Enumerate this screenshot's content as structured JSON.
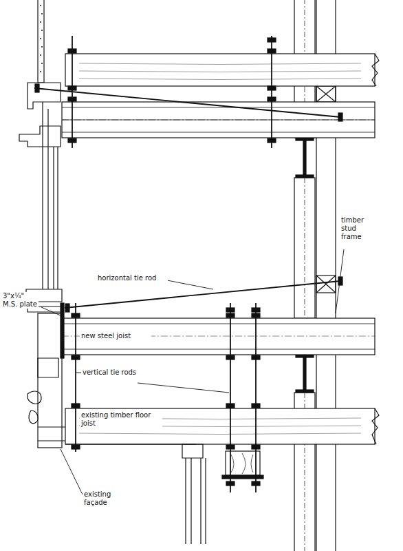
{
  "diagram": {
    "labels": [
      "timber stud frame",
      "horizontal tie rod",
      "3\"x¼\" M.S. plate",
      "new steel joist",
      "vertical tie rods",
      "existing timber floor joist",
      "existing façade"
    ]
  }
}
